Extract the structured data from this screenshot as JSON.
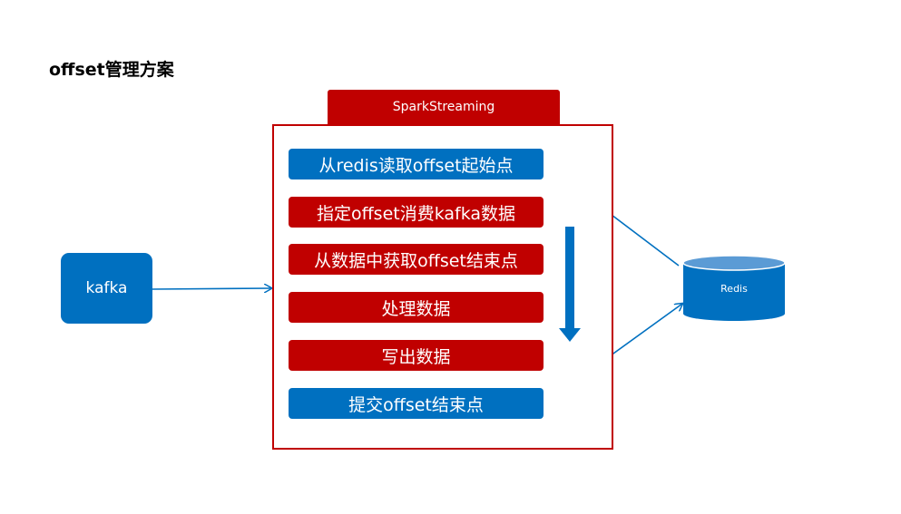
{
  "title": "offset管理方案",
  "spark_label": "SparkStreaming",
  "steps": [
    "从redis读取offset起始点",
    "指定offset消费kafka数据",
    "从数据中获取offset结束点",
    "处理数据",
    "写出数据",
    "提交offset结束点"
  ],
  "kafka_label": "kafka",
  "redis_label": "Redis",
  "colors": {
    "red": "#c00000",
    "blue": "#0070c0",
    "redis_top": "#5b9bd5"
  }
}
